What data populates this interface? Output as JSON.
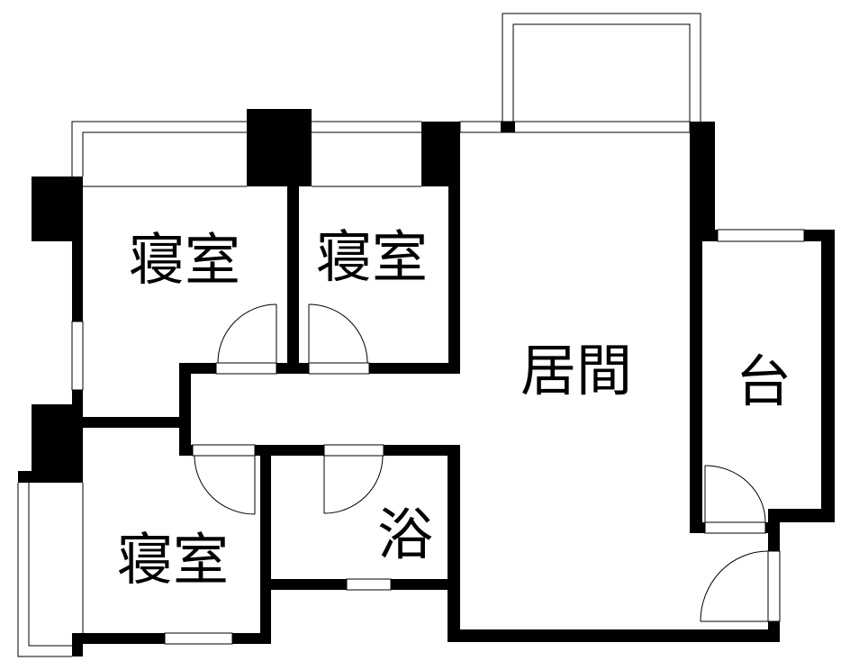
{
  "plan": {
    "rooms": {
      "bedroom_1": "寝室",
      "bedroom_2": "寝室",
      "bedroom_3": "寝室",
      "bath": "浴",
      "living": "居間",
      "balcony_kitchen": "台"
    }
  }
}
